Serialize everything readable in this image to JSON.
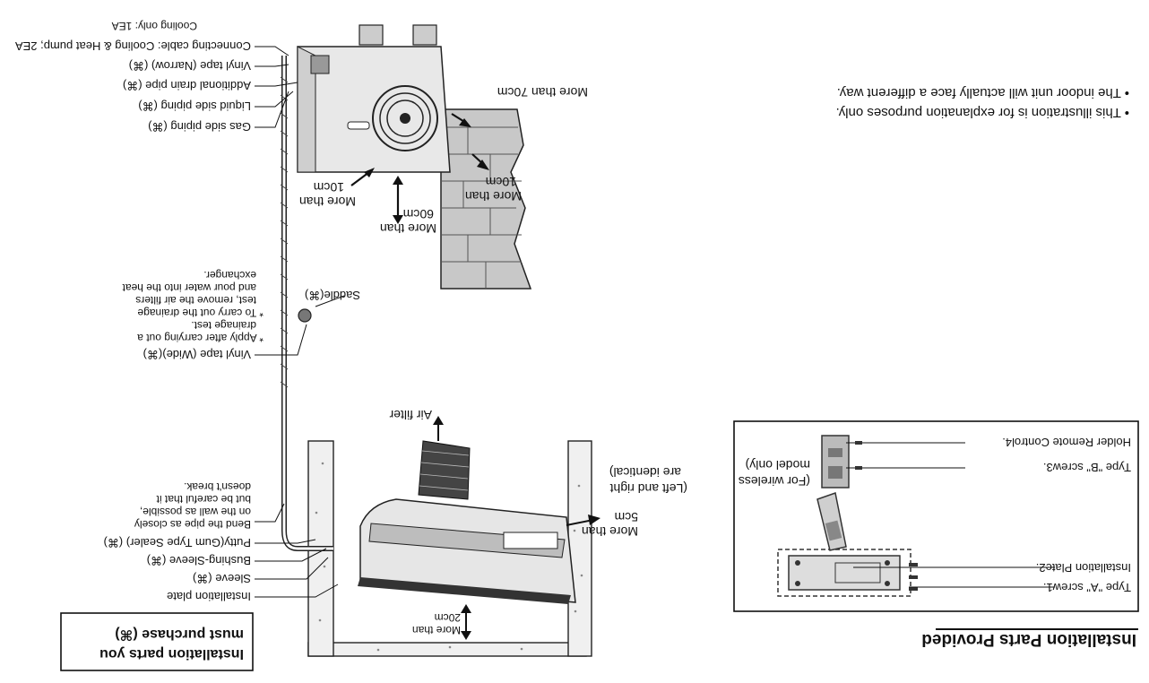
{
  "installation_provided": {
    "title": "Installation Parts Provided",
    "items": [
      "Type \"A\" screw1.",
      "Installation Plate2.",
      "Type \"B\" screw3.",
      "Holder Remote Control4."
    ],
    "wireless_note": [
      "(For wireless",
      "model only)"
    ]
  },
  "purchase_box": {
    "line1": "Installation parts you",
    "line2": "must purchase (⌘)"
  },
  "callouts": {
    "installation_plate": "Installation plate",
    "sleeve": "Sleeve (⌘)",
    "bushing_sleeve": "Bushing-Sleeve (⌘)",
    "putty": "Putty(Gum Type Sealer) (⌘)",
    "bend_pipe": [
      "Bend the pipe as closely",
      "on the wall as possible,",
      "but be careful that it",
      "doesn't break."
    ],
    "vinyl_tape_wide": "Vinyl tape (Wide)(⌘)",
    "apply_note": [
      "* Apply after carrying out a",
      "drainage test.",
      "* To carry out the drainage",
      "test, remove the air filters",
      "and pour water into the heat",
      "exchanger."
    ],
    "saddle": "Saddle(⌘)",
    "gas_side": "Gas side piping (⌘)",
    "liquid_side": "Liquid side piping (⌘)",
    "drain_pipe": "Additional drain pipe (⌘)",
    "vinyl_tape_narrow": "Vinyl tape (Narrow) (⌘)",
    "connecting_cable": "Connecting cable: Cooling & Heat pump; 2EA",
    "cooling_only": "Cooling only: 1EA"
  },
  "clearances": {
    "bottom": [
      "More than",
      "20cm"
    ],
    "side": [
      "More than",
      "5cm"
    ],
    "left_right_note": [
      "(Left and right",
      "are identical)"
    ],
    "air_filter": "Air filter",
    "outdoor_60": [
      "More than",
      "60cm"
    ],
    "outdoor_10a": [
      "More than",
      "10cm"
    ],
    "outdoor_10b": [
      "More than",
      "10cm"
    ],
    "outdoor_70": "More than 70cm"
  },
  "notes": [
    "• This illustration is for explanation purposes only.",
    "• The indoor unit will actually face a different way."
  ]
}
